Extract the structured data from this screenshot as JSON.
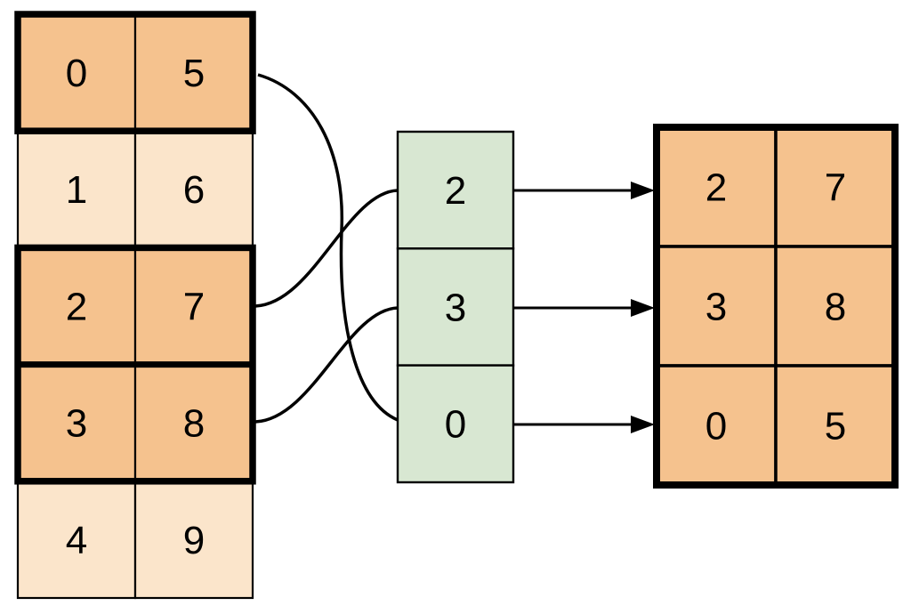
{
  "diagram": {
    "description": "array row gather illustration",
    "source_table": {
      "rows": [
        [
          "0",
          "5"
        ],
        [
          "1",
          "6"
        ],
        [
          "2",
          "7"
        ],
        [
          "3",
          "8"
        ],
        [
          "4",
          "9"
        ]
      ],
      "highlighted_row_indices": [
        0,
        2,
        3
      ]
    },
    "index_column": {
      "values": [
        "2",
        "3",
        "0"
      ]
    },
    "result_table": {
      "rows": [
        [
          "2",
          "7"
        ],
        [
          "3",
          "8"
        ],
        [
          "0",
          "5"
        ]
      ]
    },
    "colors": {
      "highlight_fill": "#f5c28e",
      "muted_fill": "#fbe5cb",
      "index_fill": "#d8e7d2",
      "line": "#000000"
    }
  }
}
